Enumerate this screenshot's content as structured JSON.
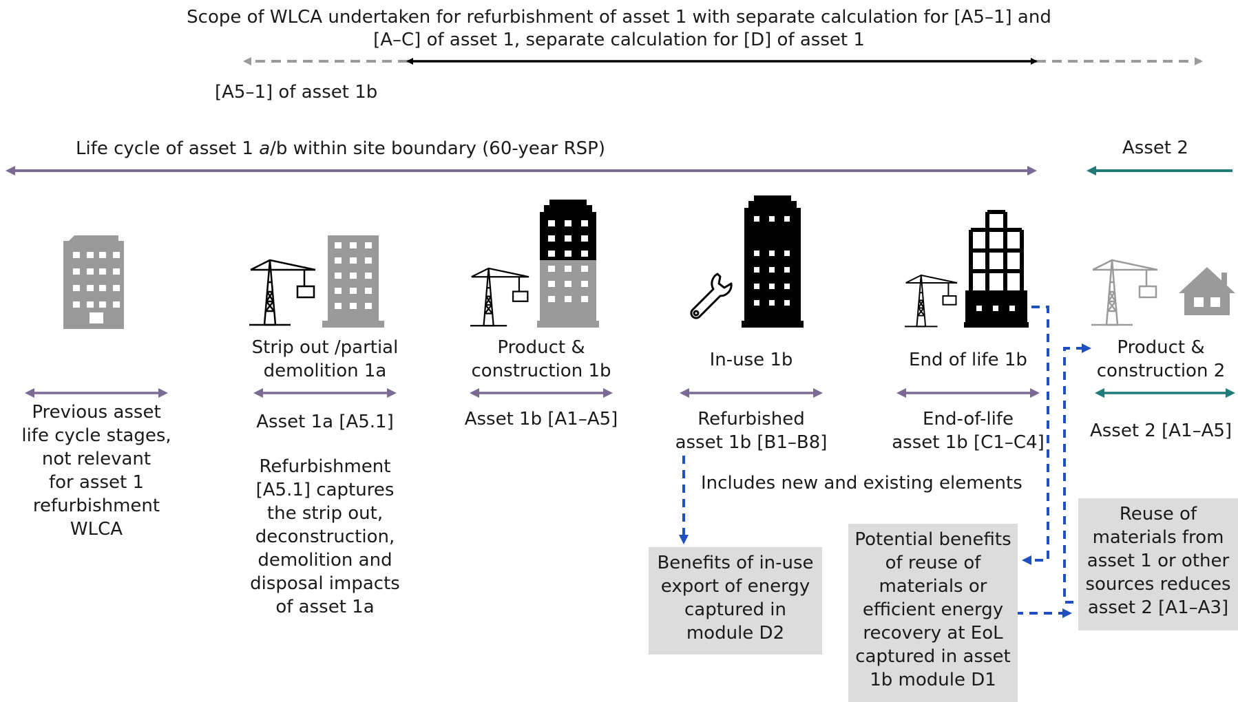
{
  "header": {
    "scope_line1": "Scope of WLCA undertaken for refurbishment of asset 1 with separate calculation for [A5–1] and",
    "scope_line2": "[A–C] of asset 1, separate calculation for [D] of asset 1",
    "a5_label": "[A5–1] of asset 1b",
    "lifecycle_prefix": "Life cycle of asset 1 ",
    "lifecycle_italic": "a",
    "lifecycle_suffix": "/b within site boundary (60-year RSP)",
    "asset2": "Asset 2"
  },
  "stages": [
    {
      "title": [
        "",
        ""
      ],
      "sub": [
        "Previous asset",
        "life cycle stages,",
        "not relevant",
        "for asset 1",
        "refurbishment",
        "WLCA"
      ]
    },
    {
      "title": [
        "Strip out /partial",
        "demolition 1a"
      ],
      "sub": [
        "Asset 1a [A5.1]"
      ],
      "extra": [
        "Refurbishment",
        "[A5.1] captures",
        "the strip out,",
        "deconstruction,",
        "demolition and",
        "disposal impacts",
        "of asset 1a"
      ]
    },
    {
      "title": [
        "Product &",
        "construction 1b"
      ],
      "sub": [
        "Asset 1b [A1–A5]"
      ]
    },
    {
      "title": [
        "In-use 1b"
      ],
      "sub": [
        "Refurbished",
        "asset 1b [B1–B8]"
      ]
    },
    {
      "title": [
        "End of life 1b"
      ],
      "sub": [
        "End-of-life",
        "asset 1b [C1–C4]"
      ]
    },
    {
      "title": [
        "Product &",
        "construction 2"
      ],
      "sub": [
        "Asset 2 [A1–A5]"
      ]
    }
  ],
  "includes_note": "Includes new and existing elements",
  "boxes": {
    "d2": [
      "Benefits of in-use",
      "export of energy",
      "captured in",
      "module D2"
    ],
    "d1": [
      "Potential benefits",
      "of reuse of",
      "materials or",
      "efficient energy",
      "recovery at EoL",
      "captured in asset",
      "1b module D1"
    ],
    "reuse": [
      "Reuse of",
      "materials from",
      "asset 1 or other",
      "sources reduces",
      "asset 2 [A1–A3]"
    ]
  },
  "colors": {
    "purple": "#7b6a93",
    "teal": "#1f7a78",
    "blue": "#1f4fc0",
    "grey": "#9a9a9a",
    "black": "#000000",
    "box": "#dcdcdc"
  }
}
